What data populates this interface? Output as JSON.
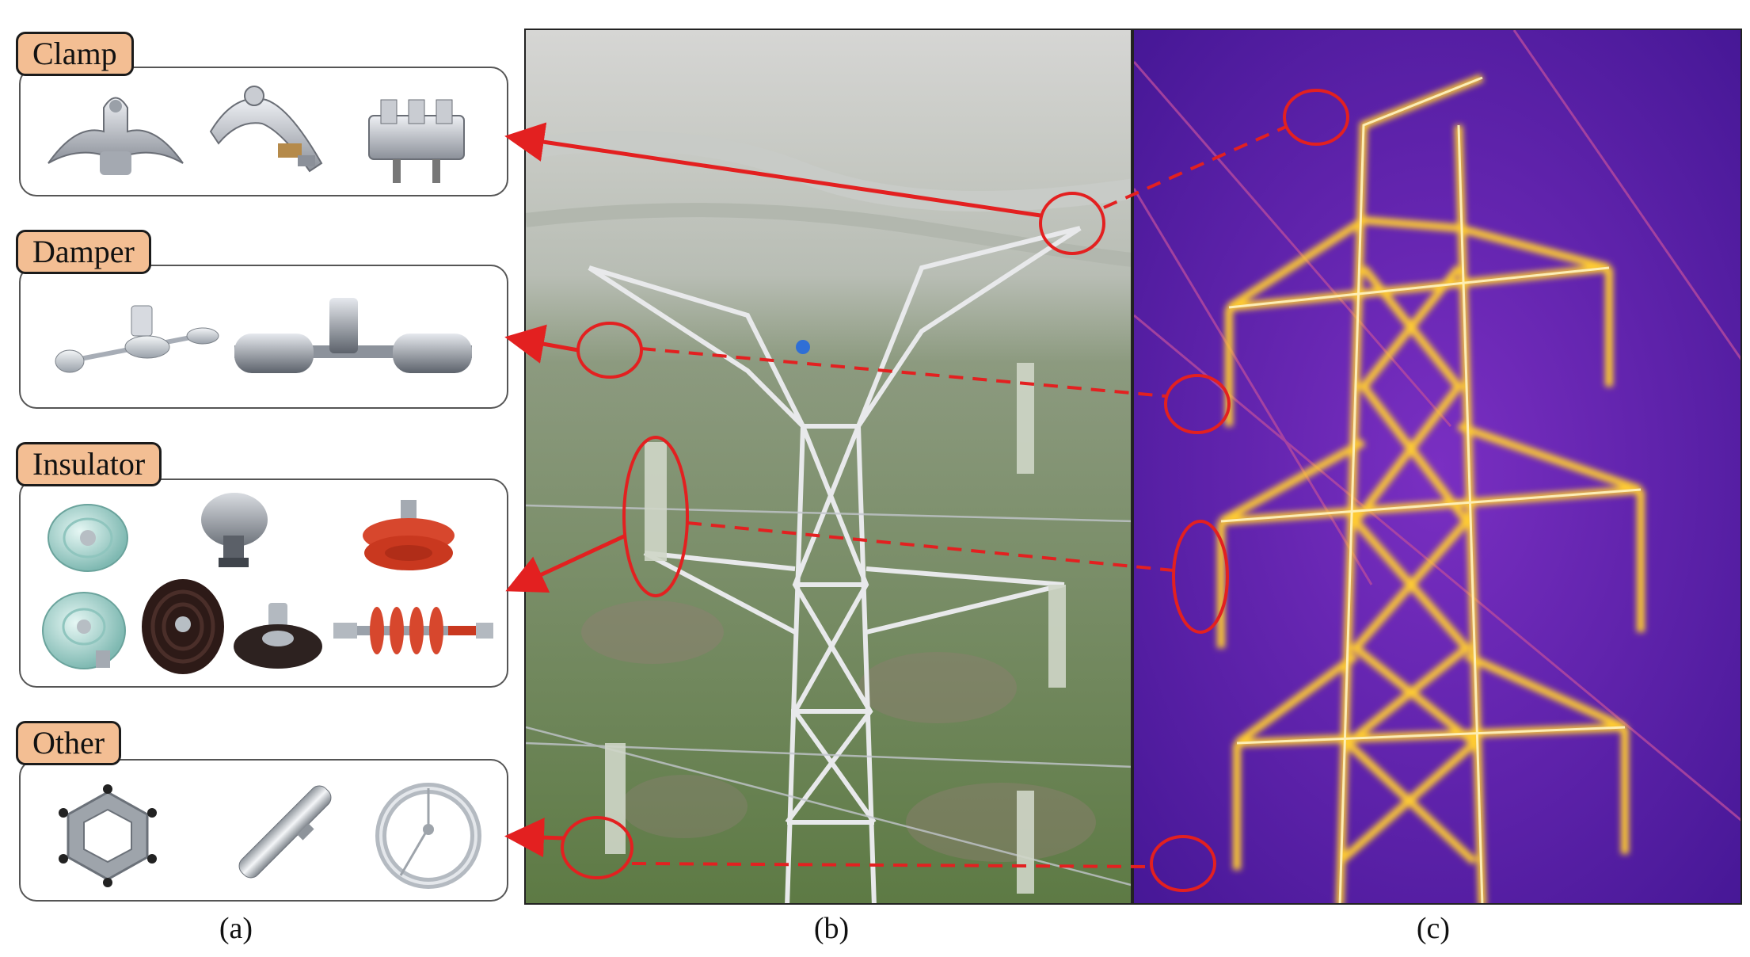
{
  "groups": {
    "clamp": {
      "label": "Clamp"
    },
    "damper": {
      "label": "Damper"
    },
    "insulator": {
      "label": "Insulator"
    },
    "other": {
      "label": "Other"
    }
  },
  "panels": {
    "a": "(a)",
    "b": "(b)",
    "c": "(c)"
  },
  "colors": {
    "tag_fill": "#f3be93",
    "annotation_red": "#e32020",
    "thermal_bg": "#5a1fa8",
    "thermal_tower": "#ffd23a"
  }
}
